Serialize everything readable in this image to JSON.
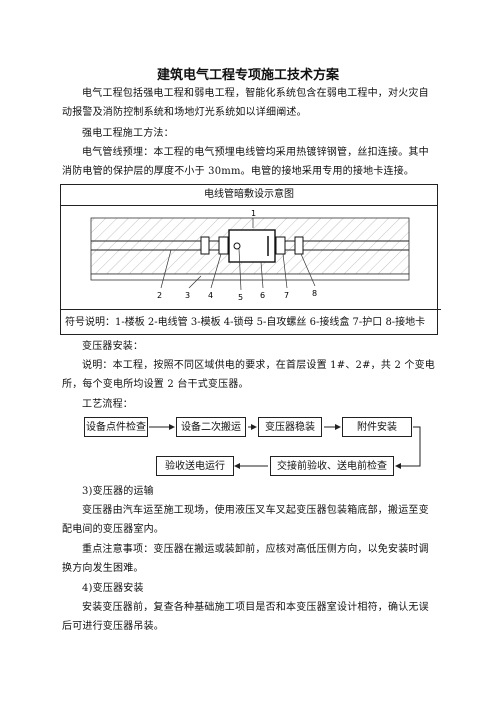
{
  "title": "建筑电气工程专项施工技术方案",
  "intro": "电气工程包括强电工程和弱电工程，智能化系统包含在弱电工程中，对火灾自动报警及消防控制系统和场地灯光系统如以详细阐述。",
  "strong_method_heading": "强电工程施工方法：",
  "conduit_text": "电气管线预埋：本工程的电气预埋电线管均采用热镀锌钢管，丝扣连接。其中消防电管的保护层的厚度不小于 30mm。电管的接地采用专用的接地卡连接。",
  "diagram": {
    "title": "电线管暗敷设示意图",
    "labels": [
      "1",
      "2",
      "3",
      "4",
      "5",
      "6",
      "7",
      "8"
    ],
    "legend": "符号说明：1-楼板  2-电线管  3-模板  4-锁母  5-自攻螺丝   6-接线盒  7-护口   8-接地卡"
  },
  "transformer_heading": "变压器安装：",
  "transformer_desc": "说明：本工程，按照不同区域供电的要求，在首层设置 1#、2#，共 2 个变电所，每个变电所均设置 2 台干式变压器。",
  "process_heading": "工艺流程：",
  "flow": {
    "step1": "设备点件检查",
    "step2": "设备二次搬运",
    "step3": "变压器稳装",
    "step4": "附件安装",
    "step5": "交接前验收、送电前检查",
    "step6": "验收送电运行"
  },
  "section3_heading": "3)变压器的运输",
  "section3_text": "变压器由汽车运至施工现场，使用液压叉车叉起变压器包装箱底部，搬运至变配电间的变压器室内。",
  "note_text": "重点注意事项：变压器在搬运或装卸前，应核对高低压侧方向，以免安装时调换方向发生困难。",
  "section4_heading": "4)变压器安装",
  "section4_text": "安装变压器前，复查各种基础施工项目是否和本变压器室设计相符，确认无误后可进行变压器吊装。"
}
